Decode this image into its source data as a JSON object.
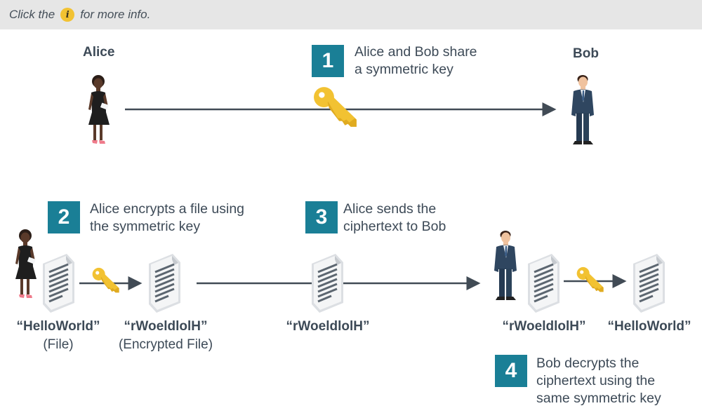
{
  "info_bar": {
    "text_before": "Click the",
    "icon_glyph": "i",
    "text_after": "for more info."
  },
  "people": {
    "alice": "Alice",
    "bob": "Bob"
  },
  "steps": [
    {
      "number": "1",
      "lines": [
        "Alice and Bob share",
        "a symmetric key"
      ]
    },
    {
      "number": "2",
      "lines": [
        "Alice encrypts a file using",
        "the symmetric key"
      ]
    },
    {
      "number": "3",
      "lines": [
        "Alice sends the",
        "ciphertext to Bob"
      ]
    },
    {
      "number": "4",
      "lines": [
        "Bob decrypts the",
        "ciphertext using the",
        "same symmetric key"
      ]
    }
  ],
  "files": [
    {
      "label": "“HelloWorld”",
      "sublabel": "(File)"
    },
    {
      "label": "“rWoeldlolH”",
      "sublabel": "(Encrypted File)"
    },
    {
      "label": "“rWoeldlolH”",
      "sublabel": ""
    },
    {
      "label": "“rWoeldlolH”",
      "sublabel": ""
    },
    {
      "label": "“HelloWorld”",
      "sublabel": ""
    }
  ],
  "colors": {
    "accent": "#1a7f96",
    "key": "#f2c232",
    "text": "#3d4a57",
    "arrow": "#414b55",
    "bar": "#e6e6e6"
  },
  "icons": [
    "info-icon",
    "key-icon",
    "document-icon",
    "woman-person-icon",
    "man-person-icon",
    "arrow-icon"
  ]
}
